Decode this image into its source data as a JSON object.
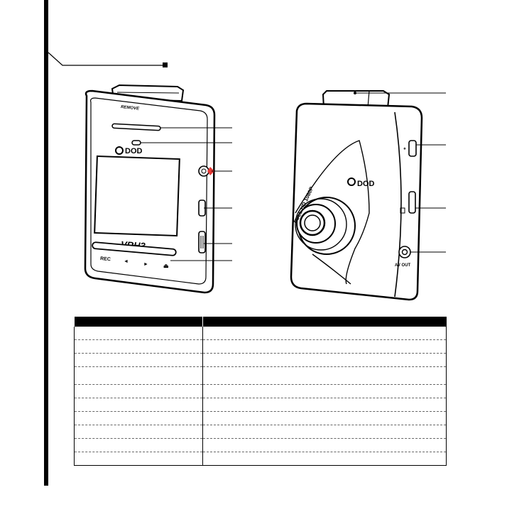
{
  "front_view": {
    "brand_logo": "DOD",
    "model_label": "VRH3",
    "remove_label": "REMOVE",
    "buttons": {
      "rec": "REC",
      "left_arrow": "◄",
      "right_arrow": "►",
      "eject": "⏏"
    }
  },
  "back_view": {
    "brand_logo": "DOD",
    "side_text": "FULL HD 1080P",
    "av_out_label": "AV OUT"
  },
  "table": {
    "header": {
      "col1": "",
      "col2": ""
    },
    "rows": [
      {
        "c1": "",
        "c2": ""
      },
      {
        "c1": "",
        "c2": ""
      },
      {
        "c1": "",
        "c2": ""
      },
      {
        "c1": "",
        "c2": ""
      },
      {
        "c1": "",
        "c2": ""
      },
      {
        "c1": "",
        "c2": ""
      },
      {
        "c1": "",
        "c2": ""
      },
      {
        "c1": "",
        "c2": ""
      },
      {
        "c1": "",
        "c2": ""
      },
      {
        "c1": "",
        "c2": ""
      }
    ]
  },
  "colors": {
    "power_indicator": "#e53935",
    "ink": "#000000"
  }
}
